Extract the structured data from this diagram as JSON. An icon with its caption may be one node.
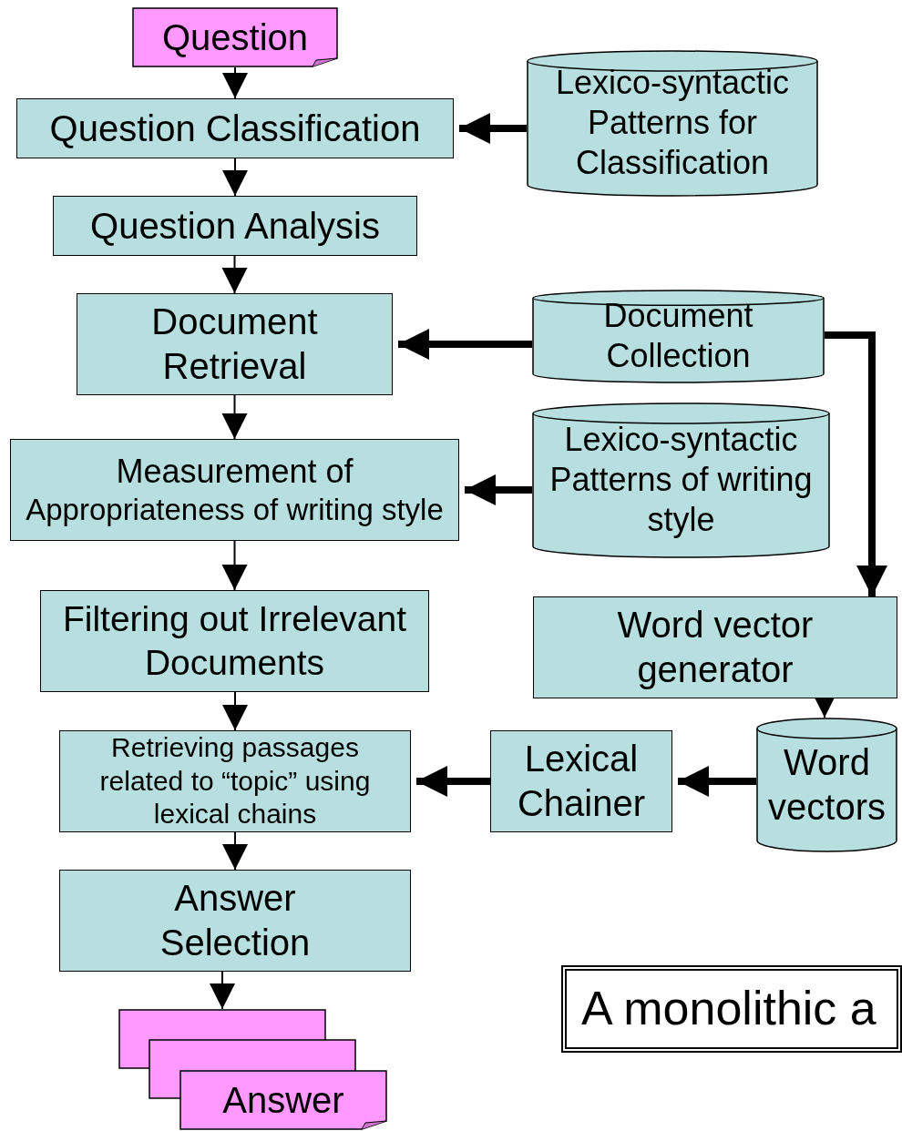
{
  "diagram": {
    "nodes": [
      {
        "text": [
          "Question"
        ]
      },
      {
        "text": [
          "Lexico-syntactic Patterns for Classification"
        ]
      },
      {
        "text": [
          "Question Classification"
        ]
      },
      {
        "text": [
          "Question Analysis"
        ]
      },
      {
        "text": [
          "Document Retrieval"
        ]
      },
      {
        "text": [
          "Document Collection"
        ]
      },
      {
        "text": [
          "Measurement of",
          "Appropriateness of writing style"
        ]
      },
      {
        "text": [
          "Lexico-syntactic Patterns of writing style"
        ]
      },
      {
        "text": [
          "Filtering out Irrelevant Documents"
        ]
      },
      {
        "text": [
          "Word vector generator"
        ]
      },
      {
        "text": [
          "Retrieving passages related to “topic” using lexical chains"
        ]
      },
      {
        "text": [
          "Lexical Chainer"
        ]
      },
      {
        "text": [
          "Word vectors"
        ]
      },
      {
        "text": [
          "Answer Selection"
        ]
      },
      {
        "text": [
          "A monolithic a"
        ]
      },
      {
        "text": [],
        "shape": "document"
      },
      {
        "text": [],
        "shape": "document"
      },
      {
        "text": [
          "Answer"
        ]
      }
    ],
    "edges": [
      {
        "from": 0,
        "to": 2,
        "arrow": "to"
      },
      {
        "from": 1,
        "to": 2,
        "arrow": "to",
        "style": "thick"
      },
      {
        "from": 2,
        "to": 3,
        "arrow": "to"
      },
      {
        "from": 3,
        "to": 4,
        "arrow": "to"
      },
      {
        "from": 5,
        "to": 4,
        "arrow": "to",
        "style": "thick"
      },
      {
        "from": 4,
        "to": 6,
        "arrow": "to"
      },
      {
        "from": 7,
        "to": 6,
        "arrow": "to",
        "style": "thick"
      },
      {
        "from": 5,
        "to": 9,
        "arrow": "to",
        "style": "thick"
      },
      {
        "from": 6,
        "to": 8,
        "arrow": "to"
      },
      {
        "from": 8,
        "to": 10,
        "arrow": "to"
      },
      {
        "from": 9,
        "to": 12,
        "arrow": "to"
      },
      {
        "from": 12,
        "to": 11,
        "arrow": "to",
        "style": "thick"
      },
      {
        "from": 11,
        "to": 10,
        "arrow": "to",
        "style": "thick"
      },
      {
        "from": 10,
        "to": 13,
        "arrow": "to"
      },
      {
        "from": 13,
        "to": 15,
        "arrow": "to"
      }
    ]
  }
}
